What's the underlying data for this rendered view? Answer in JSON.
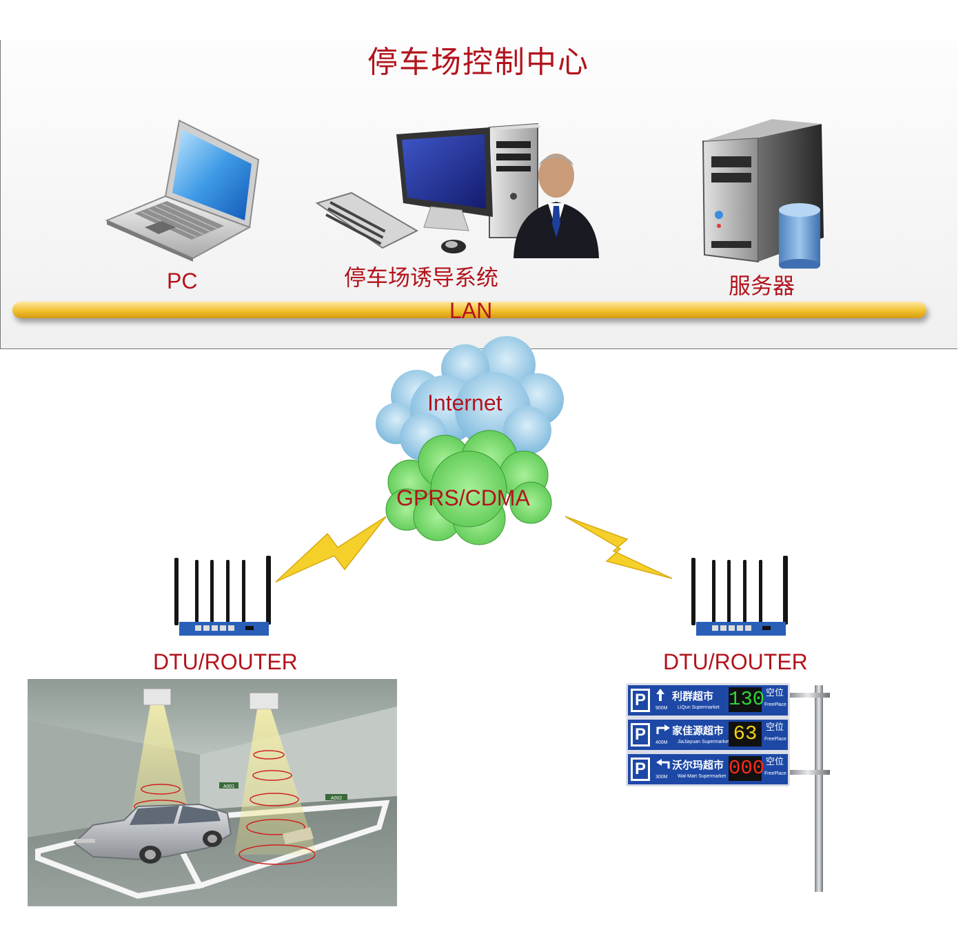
{
  "control_center": {
    "title": "停车场控制中心",
    "pc_label": "PC",
    "guidance_label": "停车场诱导系统",
    "server_label": "服务器",
    "lan_label": "LAN"
  },
  "network": {
    "internet_label": "Internet",
    "gprs_label": "GPRS/CDMA"
  },
  "left_router": {
    "label": "DTU/ROUTER"
  },
  "right_router": {
    "label": "DTU/ROUTER"
  },
  "parking_scene": {
    "bay_labels": [
      "A001",
      "A002"
    ]
  },
  "guidance_sign": {
    "rows": [
      {
        "p": "P",
        "distance": "900M",
        "name_cn": "利群超市",
        "name_en": "LiQun Supermarket",
        "count": "130",
        "count_color": "#2fd43a",
        "free_cn": "空位",
        "free_en": "FreePlace",
        "arrow": "up"
      },
      {
        "p": "P",
        "distance": "400M",
        "name_cn": "家佳源超市",
        "name_en": "JiaJiayuan Supermarket",
        "count": "63",
        "count_color": "#f2d21a",
        "free_cn": "空位",
        "free_en": "FreePlace",
        "arrow": "right"
      },
      {
        "p": "P",
        "distance": "300M",
        "name_cn": "沃尔玛超市",
        "name_en": "Wal-Mart Supermarket",
        "count": "000",
        "count_color": "#ff2a1a",
        "free_cn": "空位",
        "free_en": "FreePlace",
        "arrow": "left"
      }
    ]
  },
  "colors": {
    "label_red": "#b3131c",
    "lan_gold": "#f0c030",
    "internet_cloud": "#8cc2e0",
    "gprs_cloud": "#7cd870",
    "sign_blue": "#1d48a6",
    "router_blue": "#2a5fb8"
  }
}
